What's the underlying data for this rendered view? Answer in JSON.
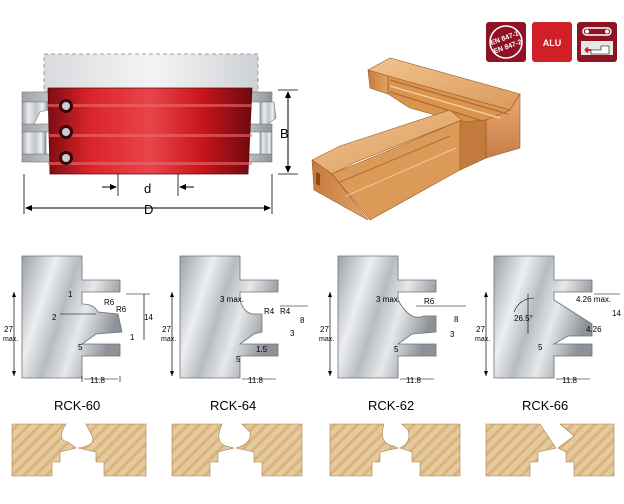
{
  "badges": {
    "en_line1": "EN 847-1",
    "en_line2": "EN 847-2",
    "alu": "ALU",
    "hand_icon": "feed-direction-hand-icon",
    "color_dark": "#a0182a",
    "color_red": "#d01f26"
  },
  "cutter": {
    "label_b": "B",
    "label_d_small": "d",
    "label_d_big": "D",
    "color_red": "#c8161d",
    "color_steel": "#c9ccd0"
  },
  "profiles": [
    {
      "name": "RCK-60",
      "dims": {
        "height": "27",
        "height_unit": "max.",
        "width": "11.8",
        "d1": "1",
        "d2": "2",
        "r": "R6",
        "h14": "14",
        "d5": "5",
        "d1b": "1"
      }
    },
    {
      "name": "RCK-64",
      "dims": {
        "height": "27",
        "height_unit": "max.",
        "width": "11.8",
        "top": "3 max.",
        "r1": "R4",
        "r2": "R4",
        "h8": "8",
        "d3": "3",
        "d5": "5",
        "d15": "1.5"
      }
    },
    {
      "name": "RCK-62",
      "dims": {
        "height": "27",
        "height_unit": "max.",
        "width": "11.8",
        "top": "3 max.",
        "r": "R6",
        "h8": "8",
        "d3": "3",
        "d5": "5"
      }
    },
    {
      "name": "RCK-66",
      "dims": {
        "height": "27",
        "height_unit": "max.",
        "width": "11.8",
        "top": "4.26 max.",
        "angle": "26.5°",
        "h14": "14",
        "d426": "4.26",
        "d5": "5"
      }
    }
  ]
}
